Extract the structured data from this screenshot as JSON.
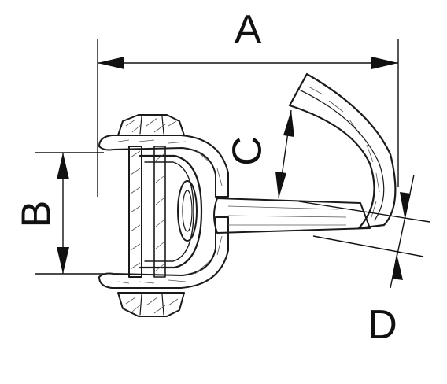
{
  "diagram": {
    "labels": {
      "a": "A",
      "b": "B",
      "c": "C",
      "d": "D"
    },
    "colors": {
      "line": "#111111",
      "body_fill": "#f2f2f2",
      "shade": "#9a9a9a"
    }
  }
}
